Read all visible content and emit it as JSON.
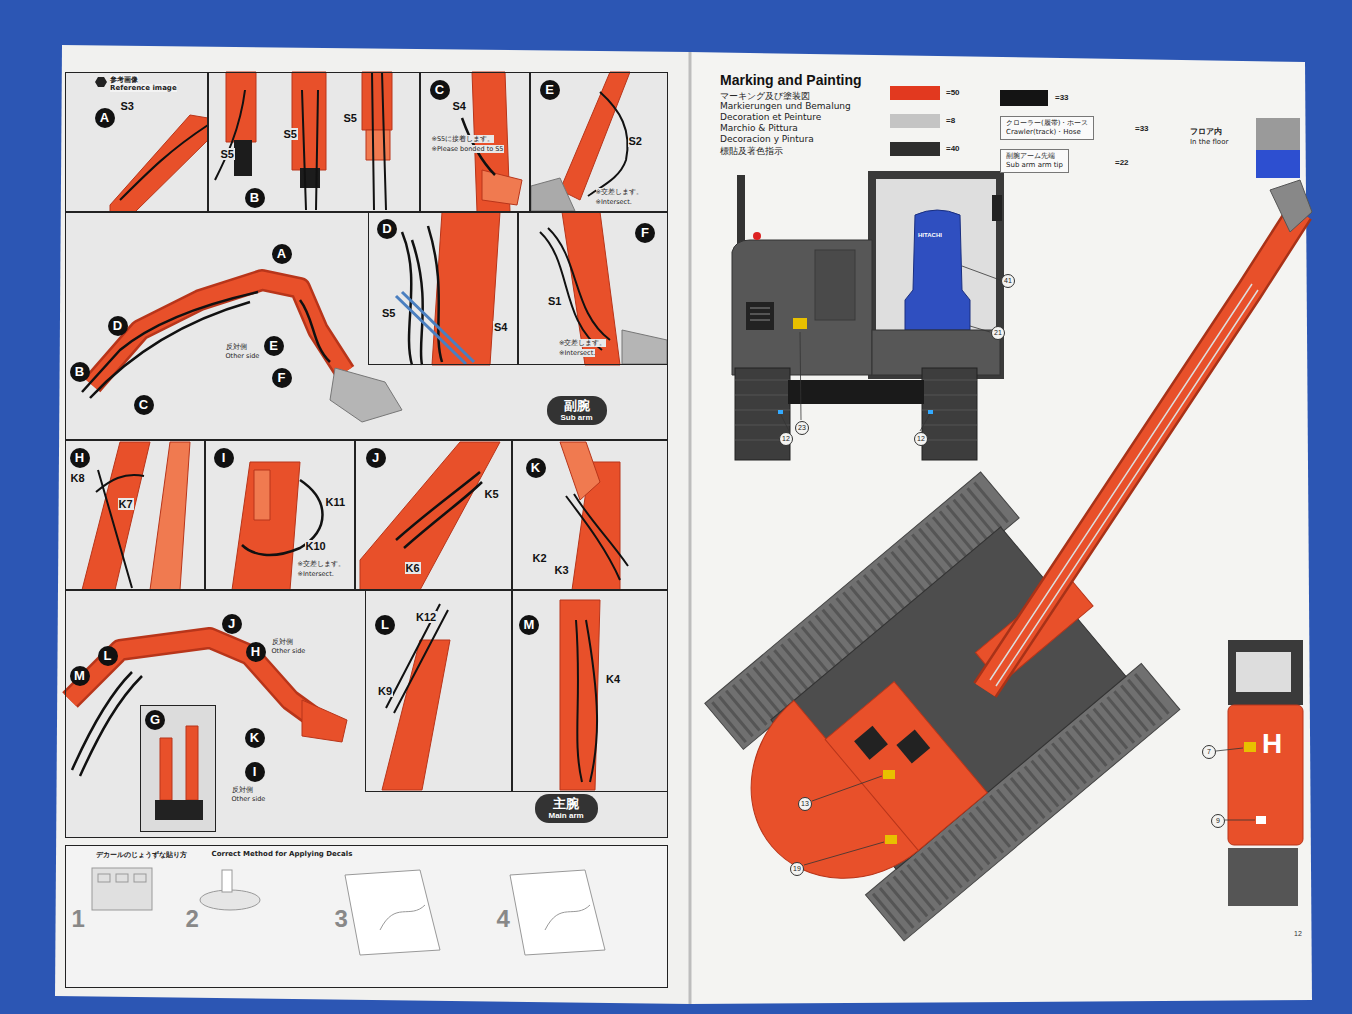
{
  "diagram": {
    "title": "Marking and Painting",
    "nodes": [
      {
        "text": [
          "A",
          "S3"
        ]
      },
      {
        "text": [
          "S5",
          "S5",
          "S5",
          "B"
        ]
      },
      {
        "text": [
          "C",
          "S4",
          "※S5に接着します。",
          "※Please bonded to S5"
        ]
      },
      {
        "text": [
          "E",
          "S2",
          "※交差します。",
          "※Intersect."
        ]
      },
      {
        "text": [
          "A",
          "D",
          "B",
          "C",
          "反対側",
          "Other side",
          "E",
          "F"
        ]
      },
      {
        "text": [
          "D",
          "S5",
          "S4"
        ],
        "in": 4
      },
      {
        "text": [
          "F",
          "S1",
          "※交差します。",
          "※Intersect."
        ],
        "in": 4
      },
      {
        "text": [
          "副腕",
          "Sub arm"
        ],
        "in": 4
      },
      {
        "text": [
          "H",
          "K8",
          "K7"
        ]
      },
      {
        "text": [
          "I",
          "K11",
          "K10",
          "※交差します。",
          "※Intersect."
        ]
      },
      {
        "text": [
          "J",
          "K5",
          "K6"
        ]
      },
      {
        "text": [
          "K",
          "K2",
          "K3"
        ]
      },
      {
        "text": [
          "M",
          "L",
          "J",
          "H",
          "反対側",
          "Other side",
          "K",
          "I",
          "反対側",
          "Other side"
        ]
      },
      {
        "text": [
          "G"
        ],
        "in": 12
      },
      {
        "text": [
          "L",
          "K12",
          "K9"
        ],
        "in": 12
      },
      {
        "text": [
          "M",
          "K4"
        ],
        "in": 12
      },
      {
        "text": [
          "主腕",
          "Main arm"
        ],
        "in": 12
      },
      {
        "text": [
          "デカールのじょうずな貼り方",
          "Correct Method for Applying Decals",
          "1",
          "2",
          "3",
          "4"
        ]
      },
      {
        "text": [
          "クローラー(履帯)・ホース",
          "Crawler(track)・Hose"
        ]
      },
      {
        "text": [
          "副腕アーム先端",
          "Sub arm arm tip"
        ]
      }
    ],
    "labels": [
      "参考画像",
      "Reference image",
      "マーキング及び塗装図",
      "Markierungen und Bemalung",
      "Decoration et Peinture",
      "Marchio & Pittura",
      "Decoracion y Pintura",
      "標貼及著色指示",
      "=33",
      "=22",
      "フロア内",
      "In the floor",
      "HITACHI",
      "41",
      "21",
      "23",
      "12",
      "12",
      "13",
      "19",
      "7",
      "9",
      "H",
      "12"
    ],
    "legend": [
      {
        "text": "=50",
        "color": "#e2391f"
      },
      {
        "text": "=8",
        "color": "#c4c4c4"
      },
      {
        "text": "=40",
        "color": "#2e2e2e"
      },
      {
        "text": "=33",
        "color": "#141414"
      }
    ]
  }
}
